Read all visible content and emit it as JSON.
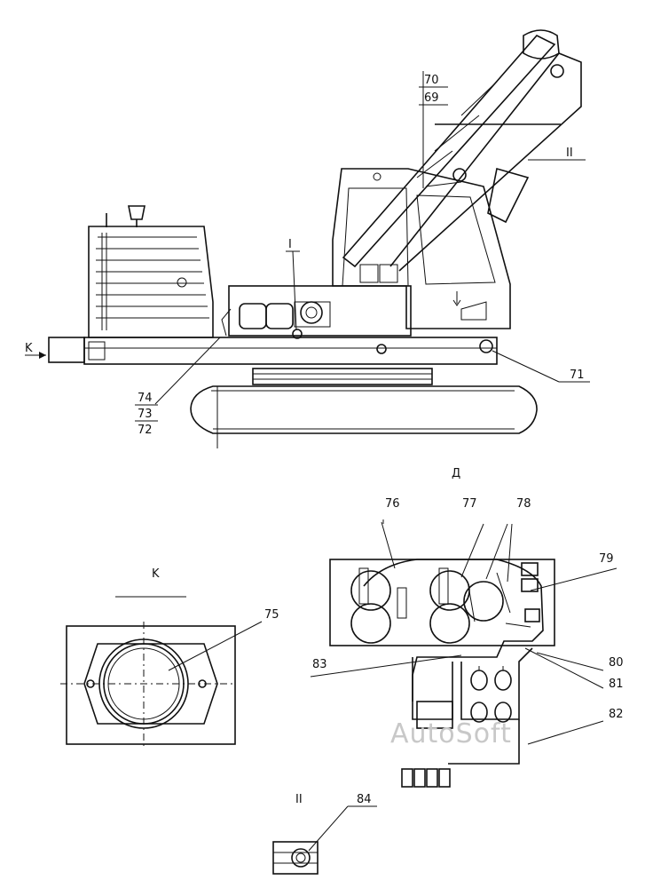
{
  "callouts": {
    "c70": "70",
    "c69": "69",
    "cII_top": "II",
    "cI": "I",
    "cK_arrow": "K",
    "c74": "74",
    "c73": "73",
    "c72": "72",
    "c71": "71",
    "view_K": "K",
    "c75": "75",
    "view_D": "Д",
    "c76": "76",
    "c77": "77",
    "c78": "78",
    "c79": "79",
    "c80": "80",
    "c81": "81",
    "c82": "82",
    "c83": "83",
    "view_II": "II",
    "c84": "84"
  },
  "watermark": "AutoSoft"
}
